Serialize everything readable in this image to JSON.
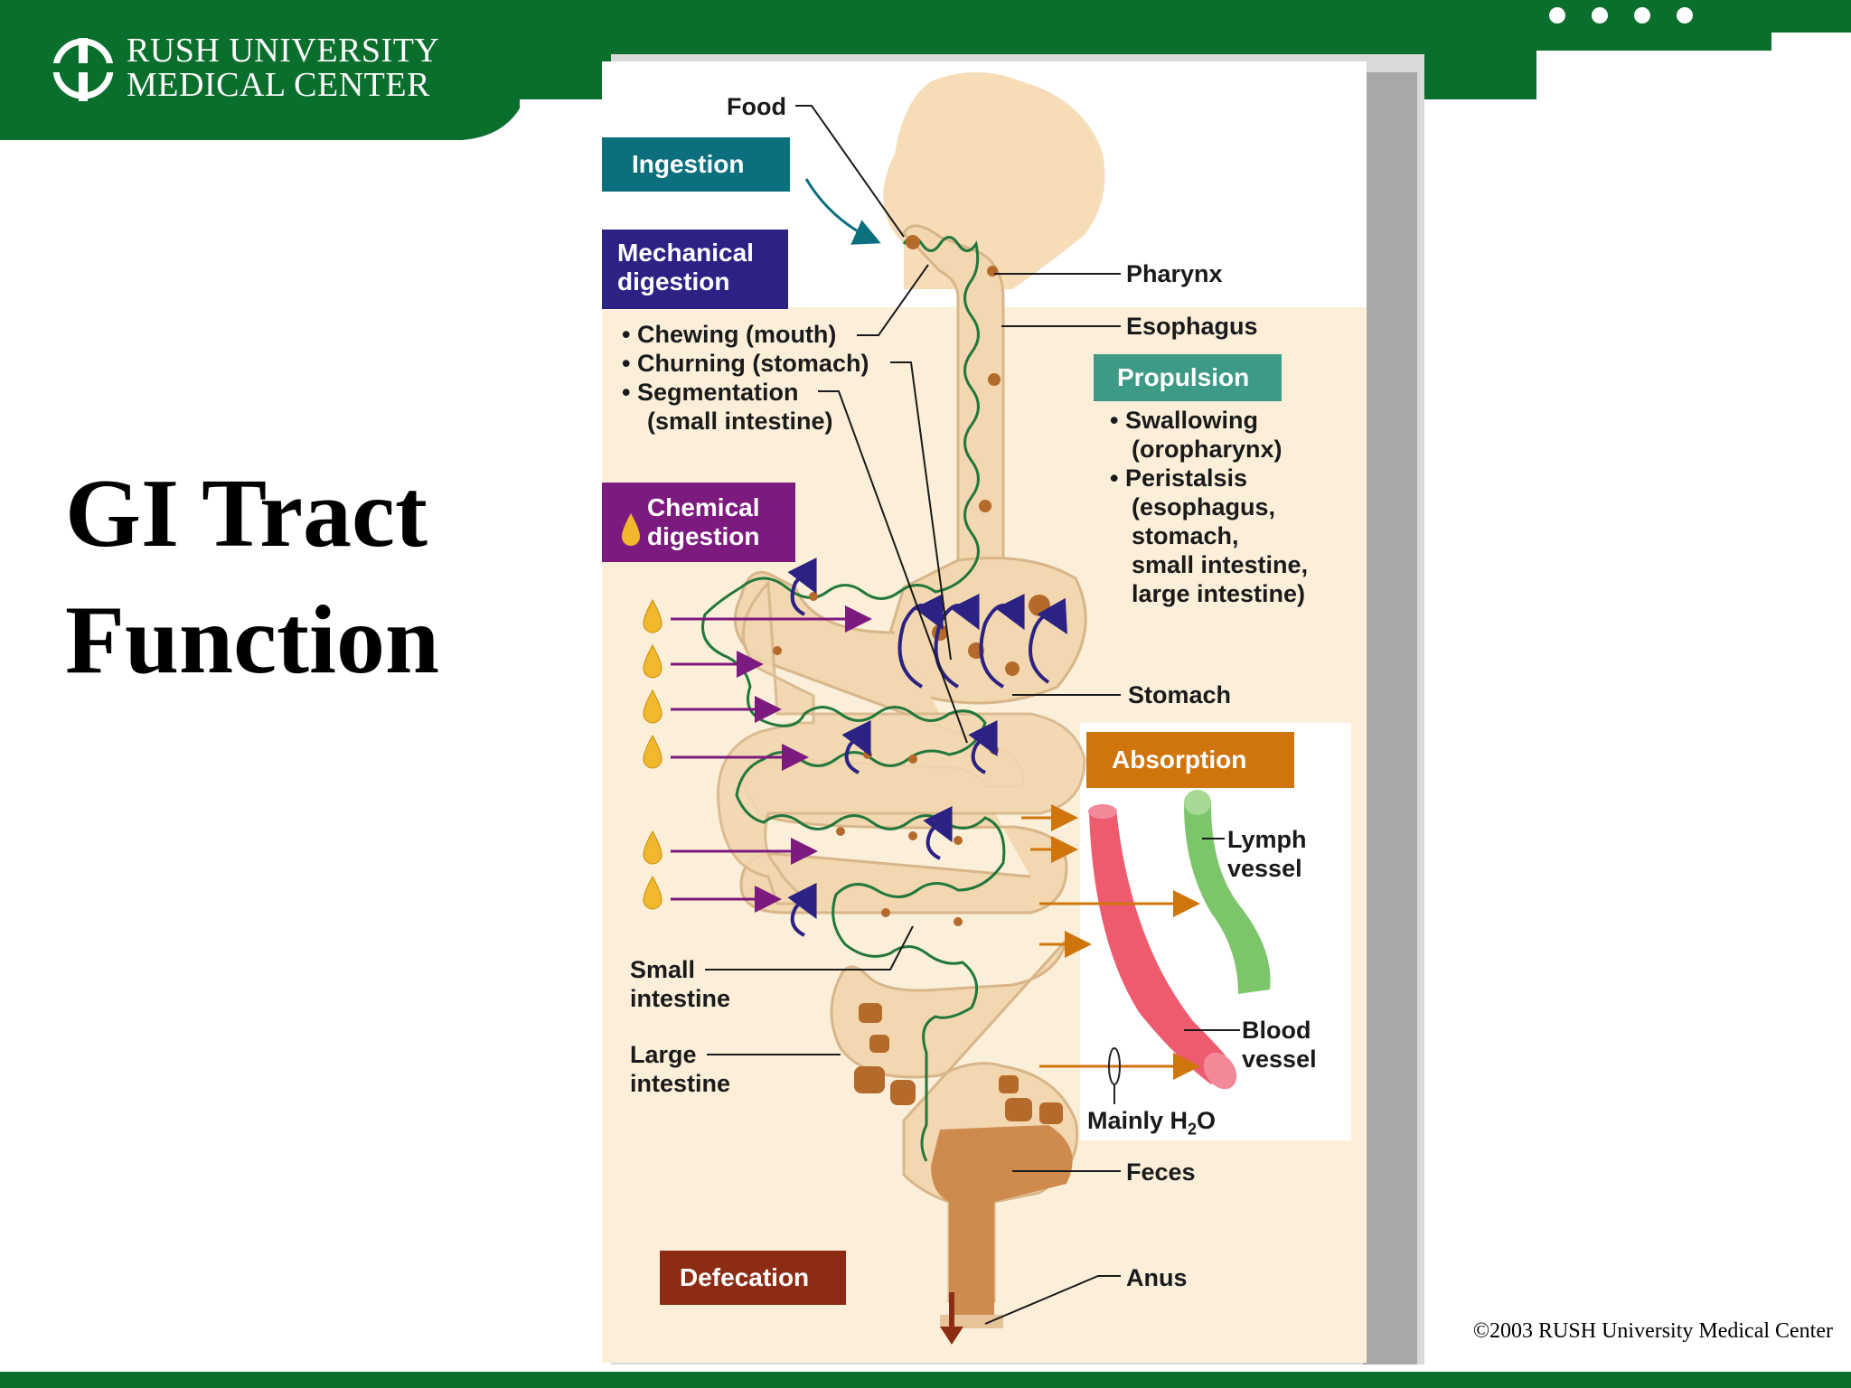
{
  "header": {
    "logo_line1": "RUSH UNIVERSITY",
    "logo_line2": "MEDICAL CENTER"
  },
  "slide": {
    "title_line1": "GI Tract",
    "title_line2": "Function"
  },
  "diagram": {
    "boxes": {
      "ingestion": "Ingestion",
      "mechanical_line1": "Mechanical",
      "mechanical_line2": "digestion",
      "chemical_line1": "Chemical",
      "chemical_line2": "digestion",
      "propulsion": "Propulsion",
      "absorption": "Absorption",
      "defecation": "Defecation"
    },
    "labels": {
      "food": "Food",
      "pharynx": "Pharynx",
      "esophagus": "Esophagus",
      "stomach": "Stomach",
      "small_intestine_line1": "Small",
      "small_intestine_line2": "intestine",
      "large_intestine_line1": "Large",
      "large_intestine_line2": "intestine",
      "lymph_line1": "Lymph",
      "lymph_line2": "vessel",
      "blood_line1": "Blood",
      "blood_line2": "vessel",
      "water_prefix": "Mainly H",
      "water_sub": "2",
      "water_suffix": "O",
      "feces": "Feces",
      "anus": "Anus"
    },
    "mechanical_items": [
      "• Chewing (mouth)",
      "• Churning (stomach)",
      "• Segmentation",
      "(small intestine)"
    ],
    "propulsion_items": [
      "• Swallowing",
      "(oropharynx)",
      "• Peristalsis",
      "(esophagus,",
      "stomach,",
      "small intestine,",
      "large intestine)"
    ],
    "colors": {
      "brand_green": "#0a6e2c",
      "ingestion": "#0b6f7e",
      "mechanical": "#2b2284",
      "chemical": "#7d1a7f",
      "propulsion": "#3c9a86",
      "absorption": "#d0750c",
      "defecation": "#8c2c15",
      "tract_fill": "#f2d7b0",
      "background_panel": "#fbefd9",
      "blood_vessel": "#ef5b6e",
      "lymph_vessel": "#7cc56a"
    }
  },
  "footer": {
    "copyright": "©2003 RUSH University Medical Center"
  }
}
